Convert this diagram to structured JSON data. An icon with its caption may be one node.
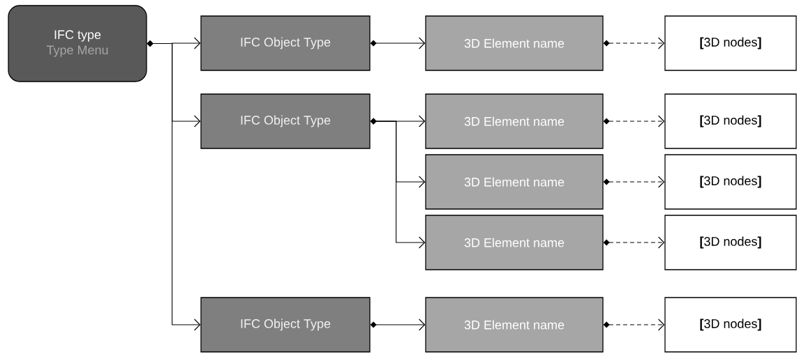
{
  "diagram": {
    "nodes": [
      {
        "text": [
          "IFC type",
          "Type Menu"
        ]
      },
      {
        "text": [
          "IFC Object Type"
        ]
      },
      {
        "text": [
          "3D Element name"
        ]
      },
      {
        "text": [
          "**[**3D nodes**]**"
        ]
      },
      {
        "text": [
          "IFC Object Type"
        ]
      },
      {
        "text": [
          "3D Element name"
        ]
      },
      {
        "text": [
          "**[**3D nodes**]**"
        ]
      },
      {
        "text": [
          "3D Element name"
        ]
      },
      {
        "text": [
          "**[**3D nodes**]**"
        ]
      },
      {
        "text": [
          "3D Element name"
        ]
      },
      {
        "text": [
          "**[**3D nodes**]**"
        ]
      },
      {
        "text": [
          "IFC Object Type"
        ]
      },
      {
        "text": [
          "3D Element name"
        ]
      },
      {
        "text": [
          "**[**3D nodes**]**"
        ]
      }
    ],
    "edges": [
      {
        "from": 0,
        "to": 1,
        "arrow": "to"
      },
      {
        "from": 0,
        "to": 4,
        "arrow": "to"
      },
      {
        "from": 0,
        "to": 11,
        "arrow": "to"
      },
      {
        "from": 1,
        "to": 2,
        "arrow": "to"
      },
      {
        "from": 4,
        "to": 5,
        "arrow": "to"
      },
      {
        "from": 4,
        "to": 7,
        "arrow": "to"
      },
      {
        "from": 4,
        "to": 9,
        "arrow": "to"
      },
      {
        "from": 11,
        "to": 12,
        "arrow": "to"
      },
      {
        "from": 2,
        "to": 3,
        "arrow": "to",
        "style": "dashed"
      },
      {
        "from": 5,
        "to": 6,
        "arrow": "to",
        "style": "dashed"
      },
      {
        "from": 7,
        "to": 8,
        "arrow": "to",
        "style": "dashed"
      },
      {
        "from": 9,
        "to": 10,
        "arrow": "to",
        "style": "dashed"
      },
      {
        "from": 12,
        "to": 13,
        "arrow": "to",
        "style": "dashed"
      }
    ]
  }
}
